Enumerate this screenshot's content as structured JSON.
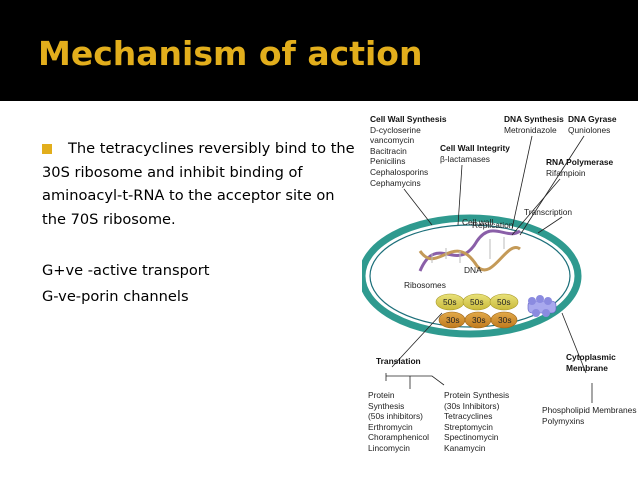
{
  "slide": {
    "title": "Mechanism of action",
    "bullet": "The tetracyclines reversibly bind to the 30S ribosome and inhibit binding of aminoacyl-t-RNA to the acceptor site on the 70S ribosome.",
    "note1": "G+ve -active transport",
    "note2": "G-ve-porin channels"
  },
  "diagram": {
    "cell_wall": {
      "heading": "Cell Wall Synthesis",
      "items": [
        "D-cycloserine",
        "vancomycin",
        "Bacitracin",
        "Penicilins",
        "Cephalosporins",
        "Cephamycins"
      ]
    },
    "cell_wall_integrity": {
      "heading": "Cell Wall Integrity",
      "items": [
        "β-lactamases"
      ]
    },
    "dna_synthesis": {
      "heading": "DNA Synthesis",
      "items": [
        "Metronidazole"
      ]
    },
    "dna_gyrase": {
      "heading": "DNA Gyrase",
      "items": [
        "Quniolones"
      ]
    },
    "rna_polymerase": {
      "heading": "RNA Polymerase",
      "items": [
        "Rifampioin"
      ]
    },
    "cell_wall_label": "Cell wall",
    "transcription": "Transcription",
    "replication": "Replication",
    "dna": "DNA",
    "ribosomes": "Ribosomes",
    "r50": [
      "50s",
      "50s",
      "50s"
    ],
    "r30": [
      "30s",
      "30s",
      "30s"
    ],
    "translation": "Translation",
    "cytoplasmic": [
      "Cytoplasmic",
      "Membrane"
    ],
    "protein_50s": [
      "Protein",
      "Synthesis",
      "(50s inhibitors)",
      "Erthromycin",
      "Choramphenicol",
      "Lincomycin"
    ],
    "protein_30s": [
      "Protein Synthesis",
      "(30s Inhibitors)",
      "Tetracyclines",
      "Streptomycin",
      "Spectinomycin",
      "Kanamycin"
    ],
    "phospholipid": [
      "Phospholipid Membranes",
      "Polymyxins"
    ]
  }
}
